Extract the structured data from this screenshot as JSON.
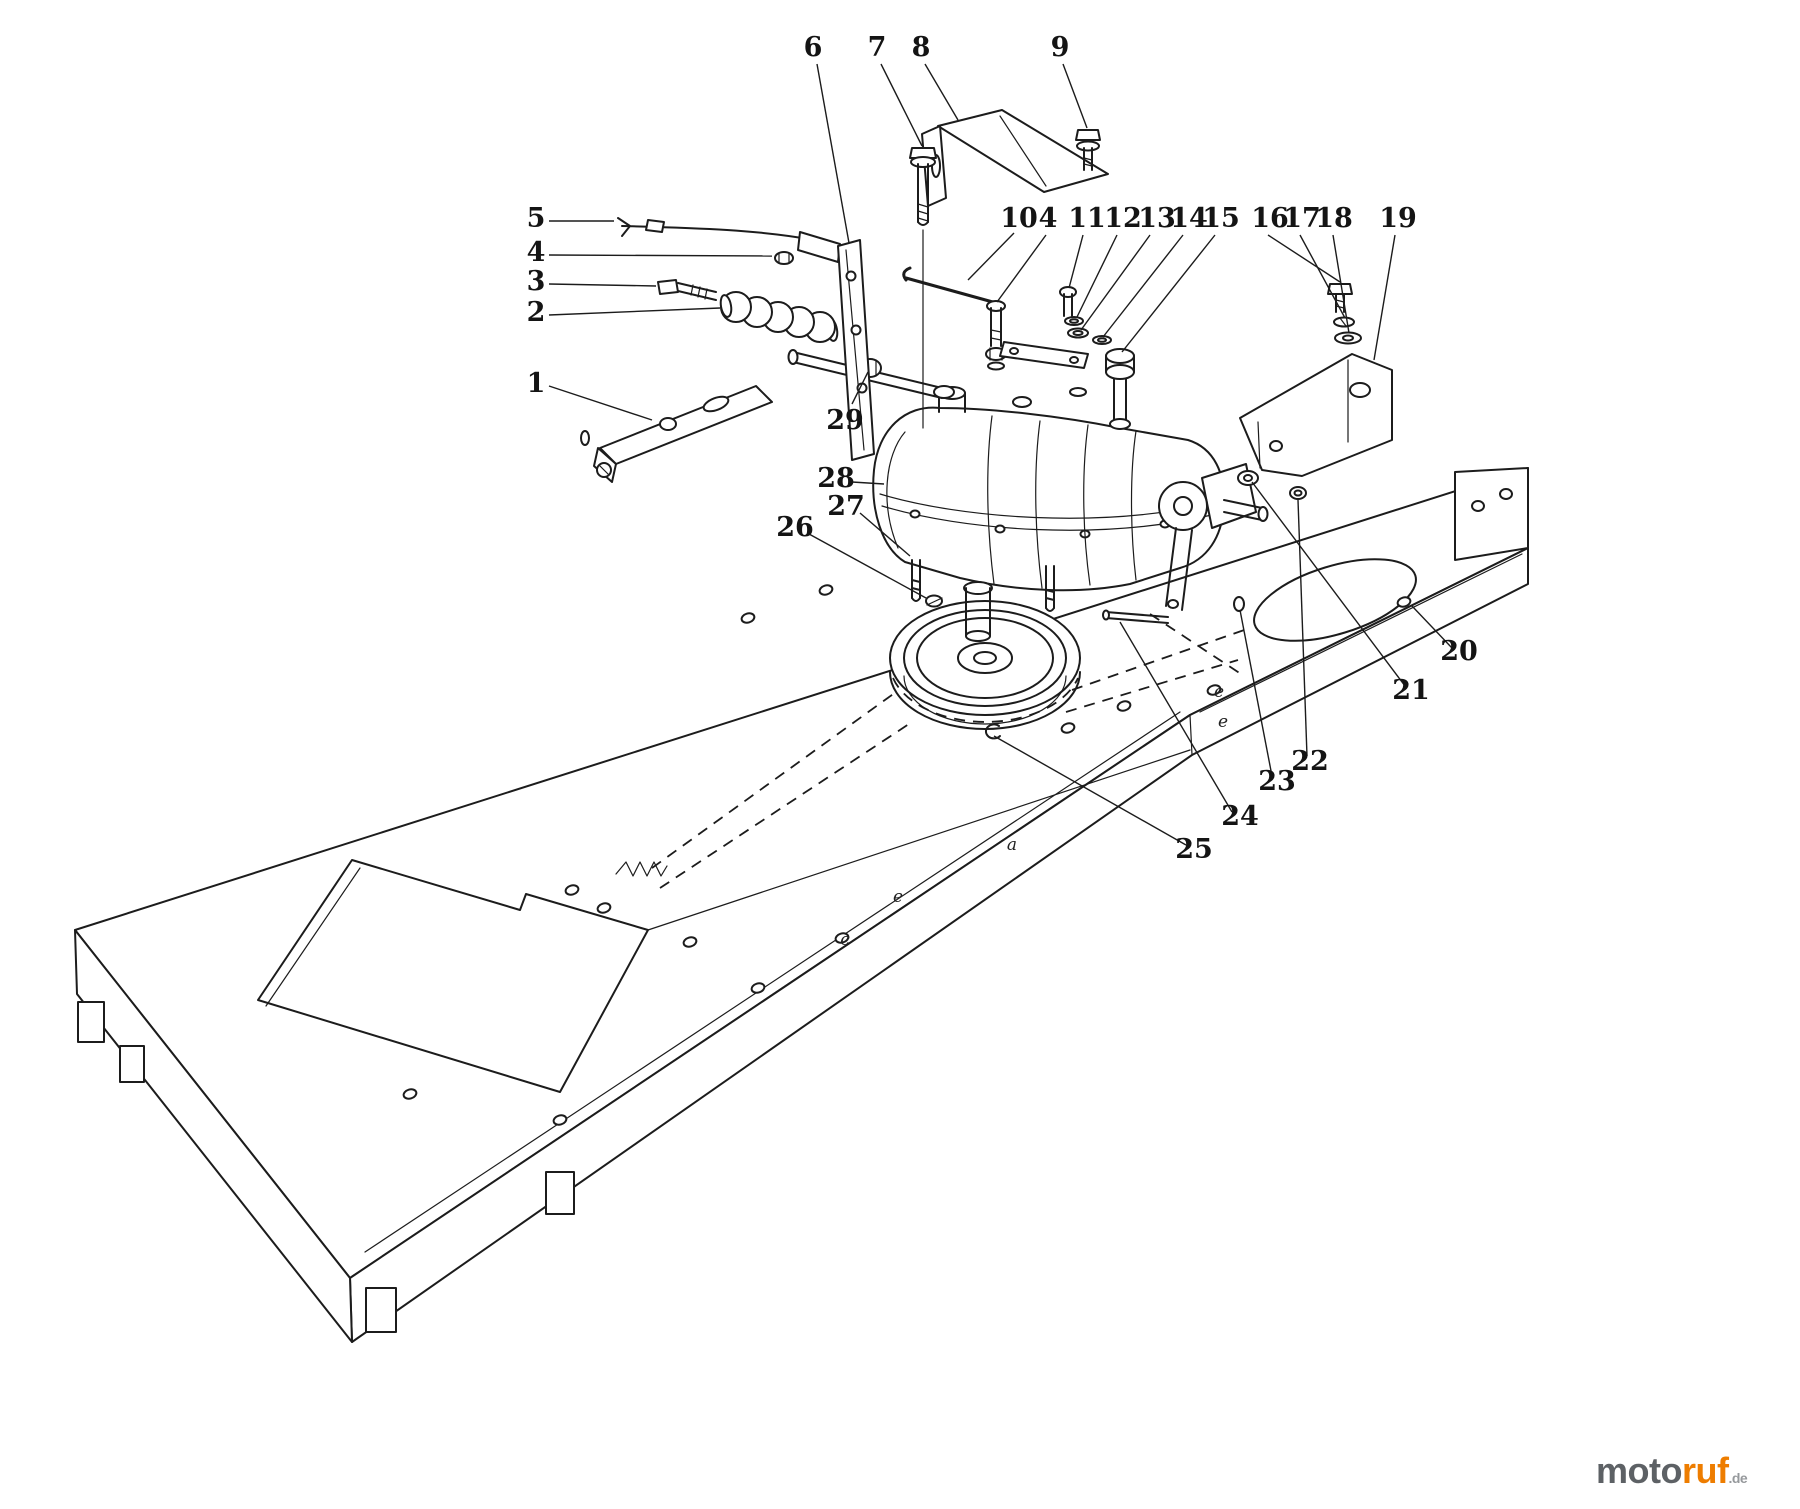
{
  "page": {
    "background_color": "#ffffff"
  },
  "diagram": {
    "kind": "exploded-parts-diagram",
    "line_color": "#1c1c1c",
    "callouts": [
      "6",
      "7",
      "8",
      "9",
      "5",
      "4",
      "3",
      "2",
      "1",
      "10",
      "4",
      "11",
      "12",
      "13",
      "14",
      "15",
      "16",
      "17",
      "18",
      "19",
      "29",
      "28",
      "27",
      "26",
      "20",
      "21",
      "22",
      "23",
      "24",
      "25"
    ],
    "hole_labels": [
      "a",
      "e",
      "e",
      "c",
      "e"
    ]
  },
  "watermark": {
    "moto": "moto",
    "ruf": "ruf",
    "tld": ".de",
    "moto_color": "#5d6165",
    "ruf_color": "#ee7d00",
    "tld_color": "#96999c"
  }
}
